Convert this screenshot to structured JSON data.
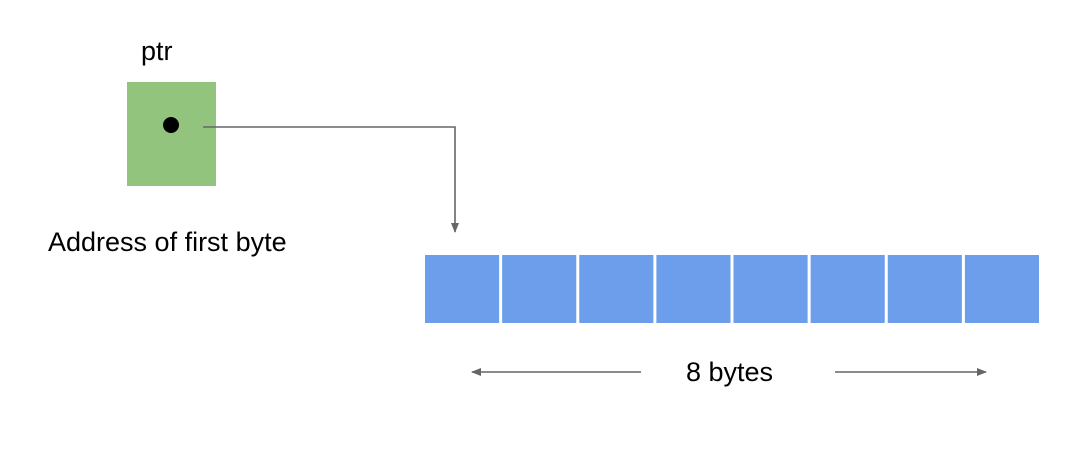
{
  "pointer": {
    "name": "ptr",
    "caption": "Address of first byte",
    "box_color": "#93c47d",
    "dot_color": "#000000"
  },
  "memory_block": {
    "byte_count": 8,
    "cell_color": "#6d9eeb",
    "size_label": "8 bytes"
  },
  "connector_color": "#666666"
}
